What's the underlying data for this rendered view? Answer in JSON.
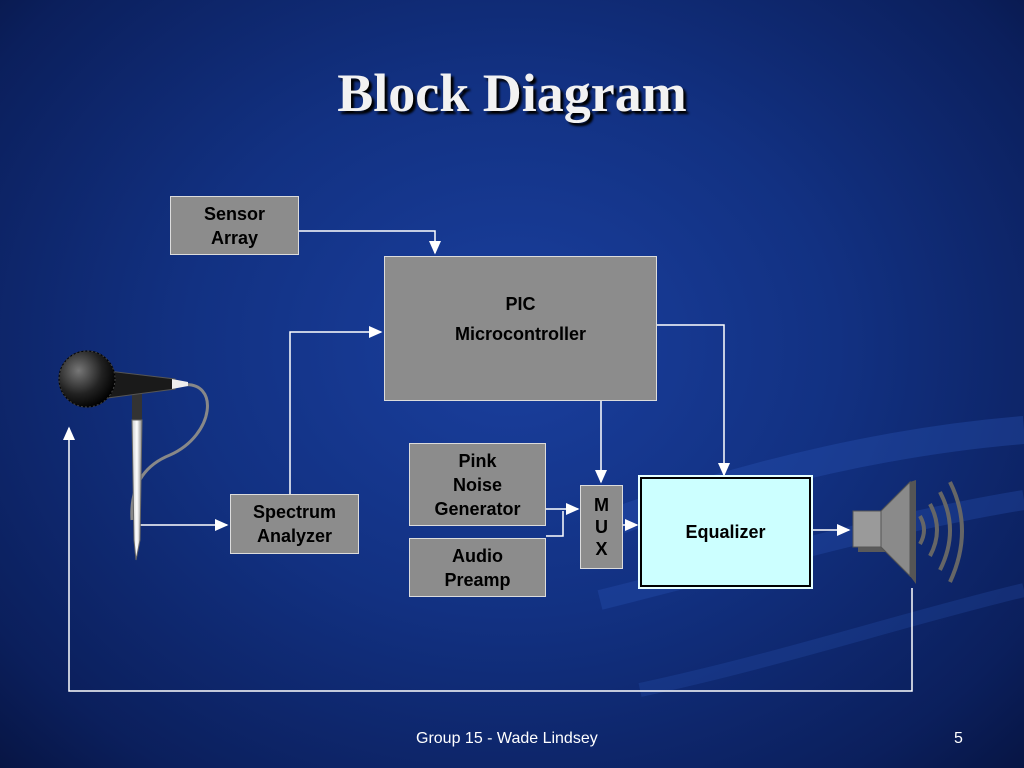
{
  "slide": {
    "title": "Block Diagram",
    "footer_text": "Group 15 - Wade Lindsey",
    "page_number": "5"
  },
  "blocks": {
    "sensor_array": [
      "Sensor",
      "Array"
    ],
    "pic": [
      "PIC",
      "Microcontroller"
    ],
    "pink_noise": [
      "Pink",
      "Noise",
      "Generator"
    ],
    "audio_preamp": [
      "Audio",
      "Preamp"
    ],
    "spectrum_analyzer": [
      "Spectrum",
      "Analyzer"
    ],
    "mux": [
      "M",
      "U",
      "X"
    ],
    "equalizer": [
      "Equalizer"
    ]
  },
  "colors": {
    "block_fill": "#8c8c8c",
    "equalizer_fill": "#ccffff",
    "line": "#ffffff"
  },
  "icons": [
    "microphone-icon",
    "speaker-icon"
  ]
}
